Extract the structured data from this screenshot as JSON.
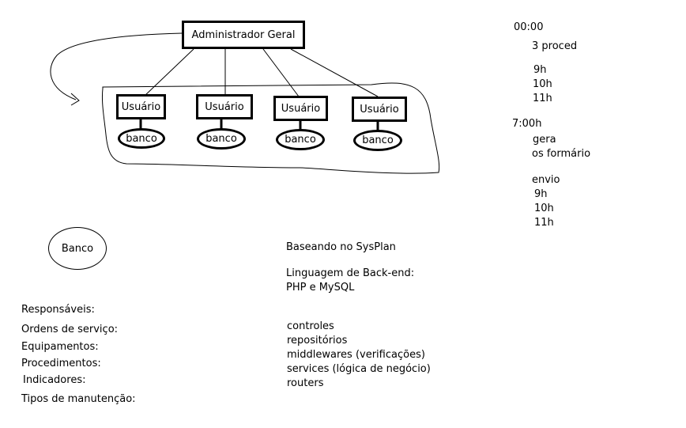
{
  "diagram": {
    "admin_label": "Administrador Geral",
    "users": [
      {
        "label": "Usuário",
        "db": "banco"
      },
      {
        "label": "Usuário",
        "db": "banco"
      },
      {
        "label": "Usuário",
        "db": "banco"
      },
      {
        "label": "Usuário",
        "db": "banco"
      }
    ],
    "standalone_db": "Banco"
  },
  "schedule": {
    "first_time": "00:00",
    "first_desc": "3 proced",
    "first_hours": [
      "9h",
      "10h",
      "11h"
    ],
    "second_time": "7:00h",
    "second_desc_1": "gera",
    "second_desc_2": "os formário",
    "second_desc_3": "envio",
    "second_hours": [
      "9h",
      "10h",
      "11h"
    ]
  },
  "notes": {
    "based_on": "Baseando no SysPlan",
    "backend_title": "Linguagem de Back-end:",
    "backend_value": "PHP e MySQL",
    "layers": [
      "controles",
      "repositórios",
      "middlewares (verificações)",
      "services (lógica de negócio)",
      "routers"
    ]
  },
  "entities": [
    "Responsáveis:",
    "Ordens de serviço:",
    "Equipamentos:",
    "Procedimentos:",
    "Indicadores:",
    "Tipos de manutenção:"
  ]
}
